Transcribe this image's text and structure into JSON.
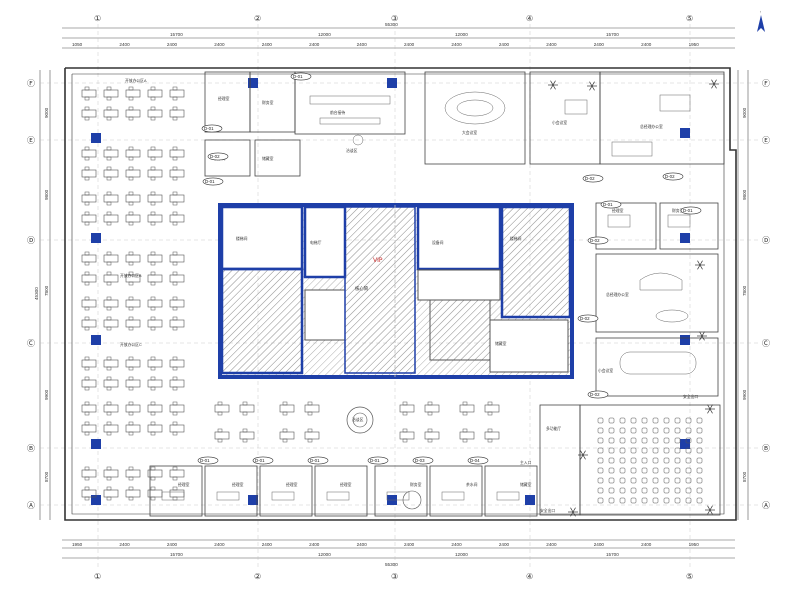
{
  "axes": {
    "top": [
      "①",
      "②",
      "③",
      "④",
      "⑤"
    ],
    "bottom": [
      "①",
      "②",
      "③",
      "④",
      "⑤"
    ],
    "left": [
      "Ⓕ",
      "Ⓔ",
      "Ⓓ",
      "Ⓒ",
      "Ⓑ",
      "Ⓐ"
    ],
    "right": [
      "Ⓕ",
      "Ⓔ",
      "Ⓓ",
      "Ⓒ",
      "Ⓑ",
      "Ⓐ"
    ]
  },
  "dimensions": {
    "top_overall": "55300",
    "top_bays": [
      "15700",
      "12000",
      "12000",
      "15700"
    ],
    "bottom_overall": "55300",
    "bottom_bays": [
      "15700",
      "12000",
      "12000",
      "15700"
    ],
    "top_row": [
      "1050",
      "2400",
      "2400",
      "2400",
      "2400",
      "2400",
      "2400",
      "2400",
      "2400",
      "2400",
      "2400",
      "2400",
      "2400",
      "1950"
    ],
    "bottom_row": [
      "1950",
      "2400",
      "2400",
      "2400",
      "2400",
      "2400",
      "2400",
      "2400",
      "2400",
      "2400",
      "2400",
      "2400",
      "2400",
      "1950"
    ],
    "left_overall": "45300",
    "left_bays": [
      "9000",
      "9800",
      "7800",
      "9900",
      "8700"
    ],
    "right_bays": [
      "9000",
      "9800",
      "7800",
      "9900",
      "8700"
    ]
  },
  "tags": [
    "D-01",
    "D-02",
    "D-03",
    "D-04"
  ],
  "rooms": {
    "open_office_top": "开放办公区A",
    "open_office_mid": "开放办公区B",
    "open_office_low": "开放办公区C",
    "manager_room": "经理室",
    "finance": "财务室",
    "reception": "前台接待",
    "meeting_big": "大会议室",
    "meeting_small": "小会议室",
    "office_suite": "总经理办公室",
    "vip": "VIP",
    "training": "多功能厅",
    "pantry": "茶水间",
    "core_label": "核心筒",
    "stair": "楼梯间",
    "elevator": "电梯厅",
    "negotiation": "洽谈区",
    "entrance": "主入口",
    "exit": "安全出口",
    "storage": "储藏室",
    "equipment": "设备间"
  },
  "colors": {
    "core_blue": "#1e3fa8",
    "column_blue": "#1e3fa8",
    "line": "#3a3a3a",
    "hatch": "#9a9a9a",
    "red_text": "#c62828"
  },
  "north_icon": "north-arrow-icon"
}
